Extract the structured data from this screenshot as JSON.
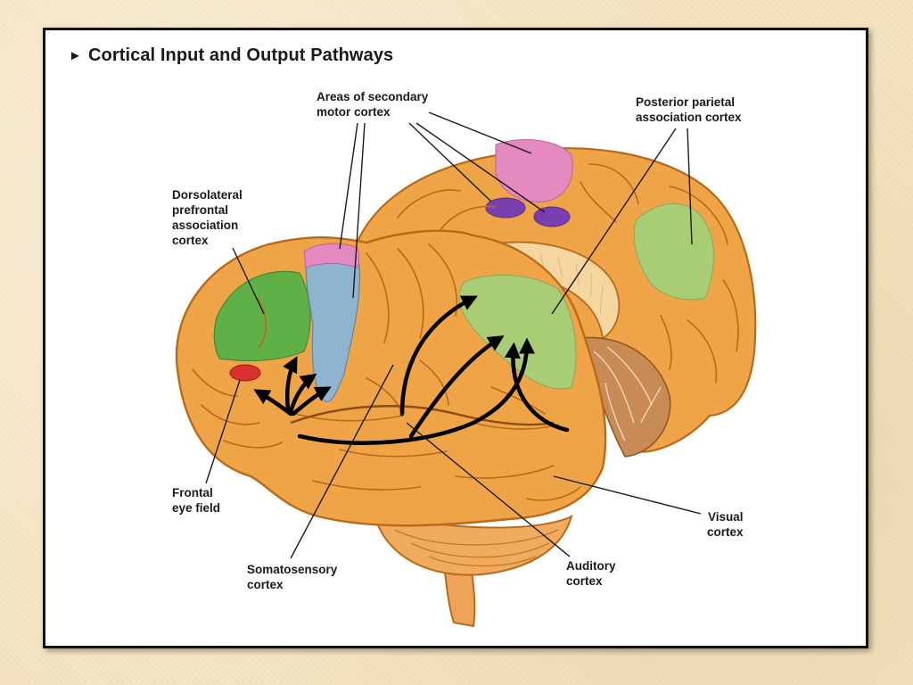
{
  "title": "Cortical Input and Output Pathways",
  "title_marker": "►",
  "labels": {
    "secondary_motor": [
      "Areas of secondary",
      "motor cortex"
    ],
    "posterior_parietal": [
      "Posterior parietal",
      "association cortex"
    ],
    "dorsolateral_prefrontal": [
      "Dorsolateral",
      "prefrontal",
      "association",
      "cortex"
    ],
    "frontal_eye_field": [
      "Frontal",
      "eye field"
    ],
    "somatosensory": [
      "Somatosensory",
      "cortex"
    ],
    "auditory": [
      "Auditory",
      "cortex"
    ],
    "visual": [
      "Visual",
      "cortex"
    ]
  },
  "colors": {
    "background": "#f3e3bf",
    "brain": "#f0a448",
    "brain_outline": "#b86a18",
    "prefrontal_green": "#5fb046",
    "motor_blue": "#8fb4cf",
    "secondary_motor_pink": "#e48ac0",
    "secondary_motor_purple": "#7a3fae",
    "parietal_green": "#a8cd74",
    "frontal_eye_field_red": "#d8322f",
    "arrows": "#000000"
  }
}
